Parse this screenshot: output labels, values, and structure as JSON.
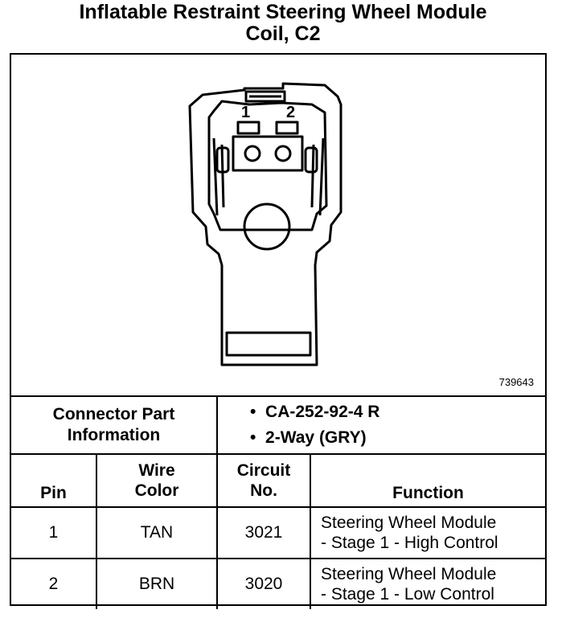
{
  "title_line1": "Inflatable Restraint Steering Wheel Module",
  "title_line2": "Coil, C2",
  "diagram": {
    "pin_label_1": "1",
    "pin_label_2": "2",
    "figure_id": "739643"
  },
  "connector": {
    "label_line1": "Connector Part",
    "label_line2": "Information",
    "bullet": "•",
    "items": [
      "CA-252-92-4 R",
      "2-Way (GRY)"
    ]
  },
  "table": {
    "headers": {
      "pin": "Pin",
      "wire_color_1": "Wire",
      "wire_color_2": "Color",
      "circuit_1": "Circuit",
      "circuit_2": "No.",
      "function": "Function"
    },
    "rows": [
      {
        "pin": "1",
        "wire_color": "TAN",
        "circuit": "3021",
        "function_line1": "Steering Wheel Module",
        "function_line2": "- Stage 1 - High Control"
      },
      {
        "pin": "2",
        "wire_color": "BRN",
        "circuit": "3020",
        "function_line1": "Steering Wheel Module",
        "function_line2": "- Stage 1 - Low Control"
      }
    ]
  }
}
